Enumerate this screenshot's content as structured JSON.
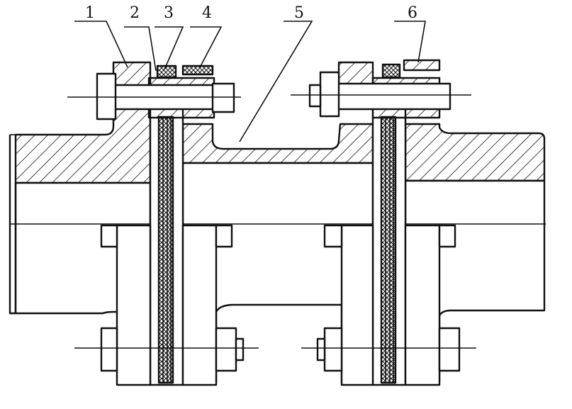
{
  "labels": [
    "1",
    "2",
    "3",
    "4",
    "5",
    "6"
  ],
  "colors": {
    "ink": "#111111",
    "paper": "#ffffff"
  }
}
